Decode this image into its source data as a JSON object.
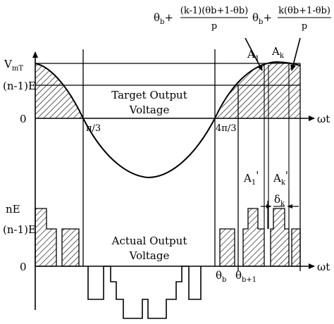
{
  "diagram": {
    "top_plot": {
      "y_labels": {
        "vmt": "V",
        "vmt_sub": "mT",
        "n_minus_1_e": "(n-1)E",
        "zero": "0"
      },
      "x_axis_label": "ωt",
      "tick_labels": {
        "pi_3": "π/3",
        "four_pi_3": "4π/3"
      },
      "title_line1": "Target Output",
      "title_line2": "Voltage",
      "area_labels": {
        "a1": "A",
        "a1_sub": "1",
        "ak": "A",
        "ak_sub": "k"
      },
      "formula_left": {
        "prefix": "θ",
        "prefix_sub": "b",
        "plus": "+",
        "numerator": "(k-1)(θb+1-θb)",
        "denominator": "p"
      },
      "formula_right": {
        "prefix": "θ",
        "prefix_sub": "b",
        "plus": "+",
        "numerator": "k(θb+1-θb)",
        "denominator": "p"
      }
    },
    "bottom_plot": {
      "y_labels": {
        "ne": "nE",
        "n_minus_1_e": "(n-1)E",
        "zero": "0"
      },
      "x_axis_label": "ωt",
      "title_line1": "Actual Output",
      "title_line2": "Voltage",
      "area_labels": {
        "a1p": "A",
        "a1p_sub": "1",
        "a1p_prime": "'",
        "akp": "A",
        "akp_sub": "k",
        "akp_prime": "'",
        "delta": "δ",
        "delta_sub": "k"
      },
      "theta_labels": {
        "tb": "θ",
        "tb_sub": "b",
        "tb1": "θ",
        "tb1_sub": "b+1"
      }
    }
  }
}
